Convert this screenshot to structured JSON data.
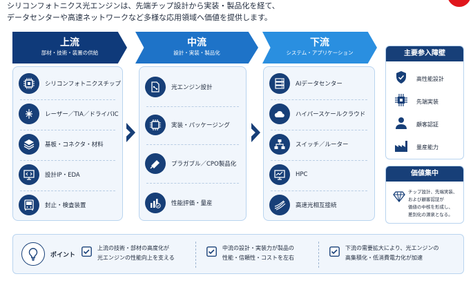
{
  "intro": {
    "line1": "シリコンフォトニクス光エンジンは、先端チップ設計から実装・製品化を経て、",
    "line2": "データセンターや高速ネットワークなど多様な応用領域へ価値を提供します。"
  },
  "stages": [
    {
      "title": "上流",
      "subtitle": "部材・技術・装置の供給",
      "color": "#0f3a7a",
      "items": [
        {
          "label": "シリコンフォトニクスチップ",
          "icon": "chip-icon"
        },
        {
          "label": "レーザー／TIA／ドライバIC",
          "icon": "laser-icon"
        },
        {
          "label": "基板・コネクタ・材料",
          "icon": "layers-icon"
        },
        {
          "label": "設計IP・EDA",
          "icon": "code-monitor-icon"
        },
        {
          "label": "封止・検査装置",
          "icon": "machine-icon"
        }
      ]
    },
    {
      "title": "中流",
      "subtitle": "設計・実装・製品化",
      "color": "#1e73c8",
      "items": [
        {
          "label": "光エンジン設計",
          "icon": "design-doc-icon"
        },
        {
          "label": "実装・パッケージング",
          "icon": "package-chip-icon"
        },
        {
          "label": "プラガブル／CPO製品化",
          "icon": "transceiver-icon"
        },
        {
          "label": "性能評価・量産",
          "icon": "chart-check-icon"
        }
      ]
    },
    {
      "title": "下流",
      "subtitle": "システム・アプリケーション",
      "color": "#2a8fe0",
      "items": [
        {
          "label": "AIデータセンター",
          "icon": "server-icon"
        },
        {
          "label": "ハイパースケールクラウド",
          "icon": "cloud-icon"
        },
        {
          "label": "スイッチ／ルーター",
          "icon": "network-icon"
        },
        {
          "label": "HPC",
          "icon": "hpc-monitor-icon"
        },
        {
          "label": "高速光相互接続",
          "icon": "fiber-icon"
        }
      ]
    }
  ],
  "barriers": {
    "title": "主要参入障壁",
    "items": [
      {
        "label": "高性能設計",
        "icon": "shield-check-icon"
      },
      {
        "label": "先端実装",
        "icon": "chip-icon"
      },
      {
        "label": "顧客認証",
        "icon": "user-icon"
      },
      {
        "label": "量産能力",
        "icon": "factory-icon"
      }
    ]
  },
  "value": {
    "title": "価値集中",
    "icon": "diamond-icon",
    "lines": [
      "チップ設計、先端実装、",
      "および顧客認証が",
      "価値の中核を形成し、",
      "差別化の源泉となる。"
    ]
  },
  "points": {
    "label": "ポイント",
    "items": [
      {
        "line1": "上流の技術・部材の高度化が",
        "line2": "光エンジンの性能向上を支える"
      },
      {
        "line1": "中流の設計・実装力が製品の",
        "line2": "性能・信頼性・コストを左右"
      },
      {
        "line1": "下流の需要拡大により、光エンジンの",
        "line2": "高集積化・低消費電力化が加速"
      }
    ]
  },
  "colors": {
    "navy": "#173f78",
    "light_bg": "#f1f6fc",
    "border": "#b9d4ef",
    "accent_red": "#e0161c"
  }
}
